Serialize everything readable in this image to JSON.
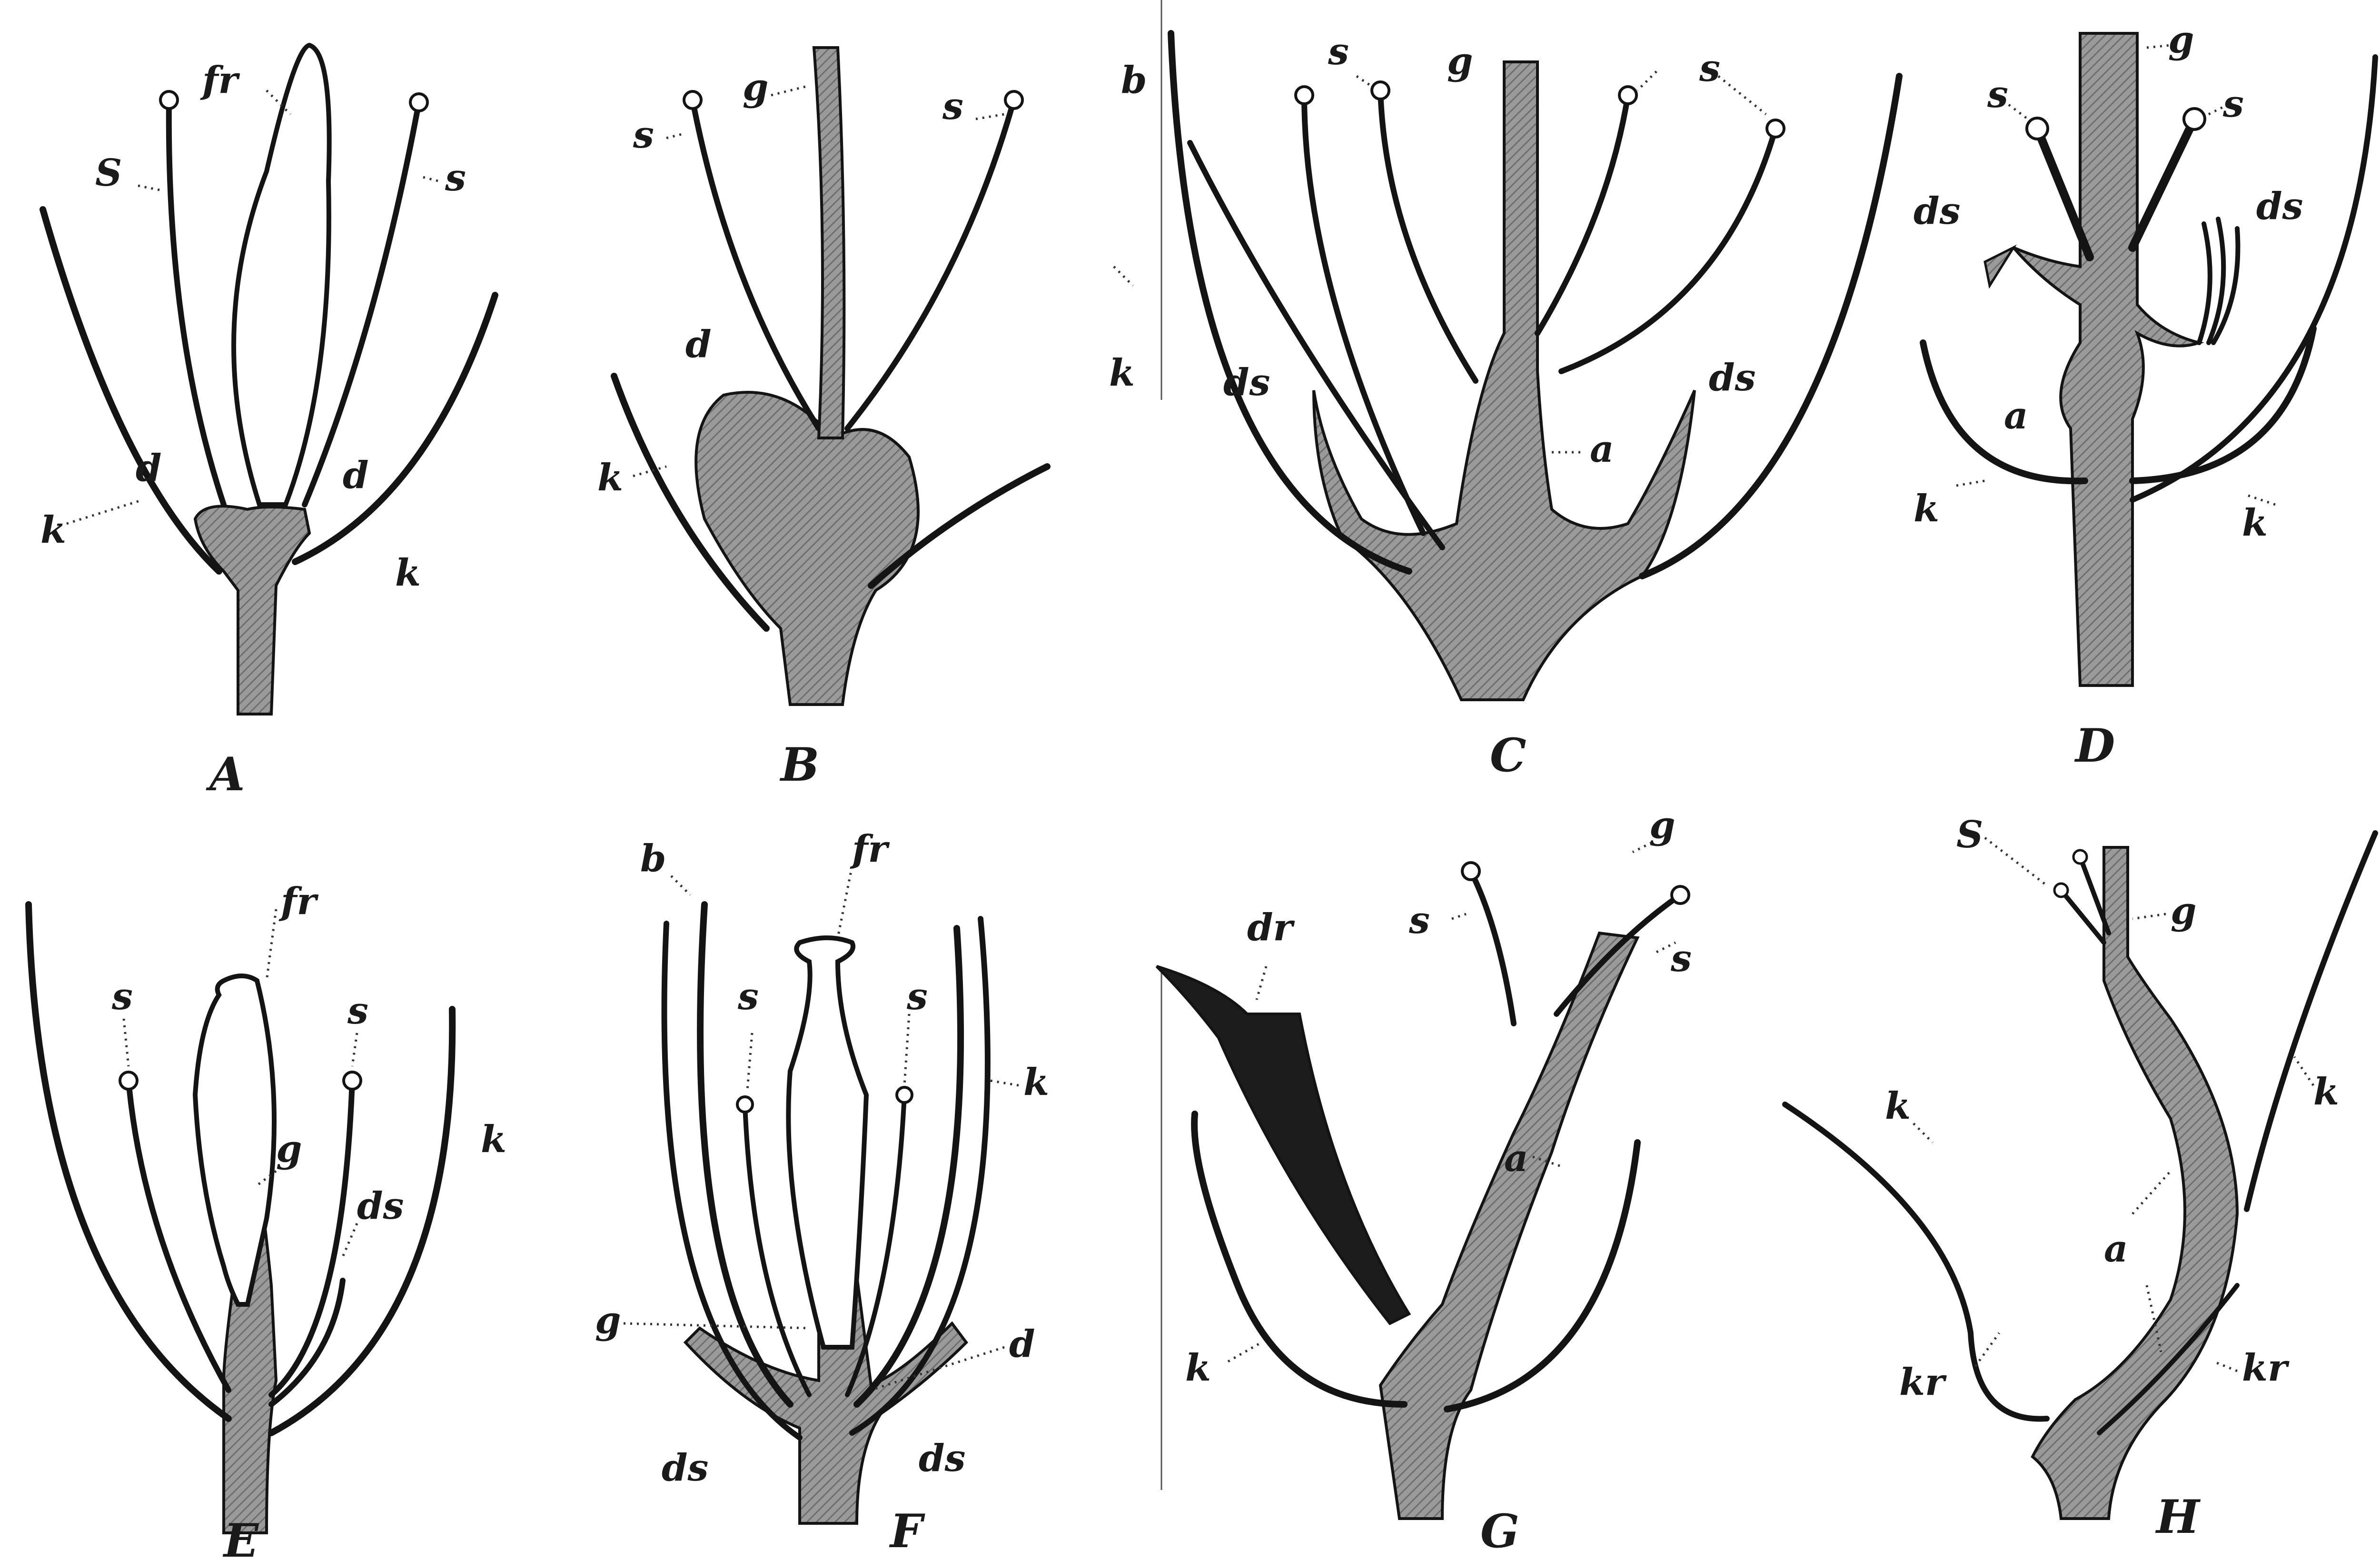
{
  "panels": {
    "A": {
      "letter": "A",
      "labels": {
        "fr": "fr",
        "s1": "S",
        "s2": "s",
        "d1": "d",
        "d2": "d",
        "k1": "k",
        "k2": "k"
      }
    },
    "B": {
      "letter": "B",
      "labels": {
        "s1": "s",
        "s2": "s",
        "g": "g",
        "d": "d",
        "k": "k"
      }
    },
    "C": {
      "letter": "C",
      "labels": {
        "b": "b",
        "s1": "s",
        "g": "g",
        "s2": "s",
        "k": "k",
        "ds1": "ds",
        "ds2": "ds",
        "a": "a"
      }
    },
    "D": {
      "letter": "D",
      "labels": {
        "g": "g",
        "s1": "s",
        "s2": "s",
        "ds1": "ds",
        "ds2": "ds",
        "a": "a",
        "k1": "k",
        "k2": "k"
      }
    },
    "E": {
      "letter": "E",
      "labels": {
        "fr": "fr",
        "s1": "s",
        "s2": "s",
        "g": "g",
        "ds": "ds",
        "k": "k"
      }
    },
    "F": {
      "letter": "F",
      "labels": {
        "b": "b",
        "fr": "fr",
        "s1": "s",
        "s2": "s",
        "k": "k",
        "g": "g",
        "d": "d",
        "ds1": "ds",
        "ds2": "ds"
      }
    },
    "G": {
      "letter": "G",
      "labels": {
        "dr": "dr",
        "g": "g",
        "s1": "s",
        "s2": "s",
        "a": "a",
        "k": "k"
      }
    },
    "H": {
      "letter": "H",
      "labels": {
        "s": "S",
        "g": "g",
        "k1": "k",
        "k2": "k",
        "a": "a",
        "kr1": "kr",
        "kr2": "kr"
      }
    }
  },
  "colors": {
    "ink": "#141414",
    "axis_fill": "#8a8a8a",
    "dark_fill": "#1c1c1c",
    "paper": "#ffffff"
  }
}
